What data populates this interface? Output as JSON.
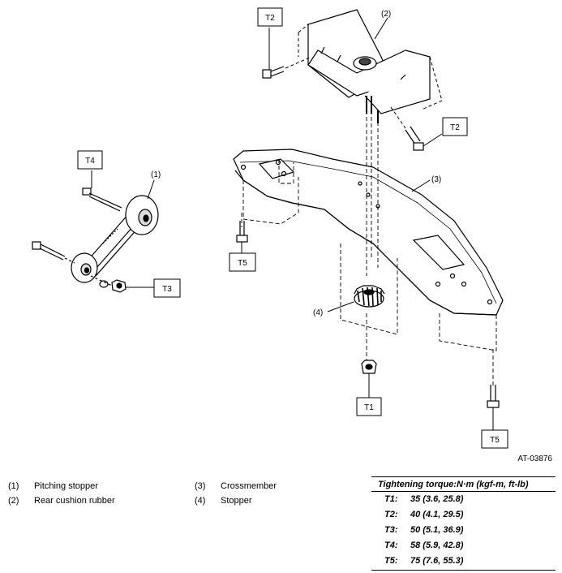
{
  "callouts": {
    "part1": "(1)",
    "part2": "(2)",
    "part3": "(3)",
    "part4": "(4)"
  },
  "torque_tags": {
    "t1": "T1",
    "t2a": "T2",
    "t2b": "T2",
    "t3": "T3",
    "t4": "T4",
    "t5a": "T5",
    "t5b": "T5"
  },
  "figure_id": "AT-03876",
  "legend": {
    "left": [
      {
        "num": "(1)",
        "name": "Pitching stopper"
      },
      {
        "num": "(2)",
        "name": "Rear cushion rubber"
      }
    ],
    "right": [
      {
        "num": "(3)",
        "name": "Crossmember"
      },
      {
        "num": "(4)",
        "name": "Stopper"
      }
    ]
  },
  "torque_table": {
    "header": "Tightening torque:N·m (kgf-m, ft-lb)",
    "rows": [
      {
        "key": "T1:",
        "value": "35 (3.6, 25.8)"
      },
      {
        "key": "T2:",
        "value": "40 (4.1, 29.5)"
      },
      {
        "key": "T3:",
        "value": "50 (5.1, 36.9)"
      },
      {
        "key": "T4:",
        "value": "58 (5.9, 42.8)"
      },
      {
        "key": "T5:",
        "value": "75 (7.6, 55.3)"
      }
    ]
  }
}
